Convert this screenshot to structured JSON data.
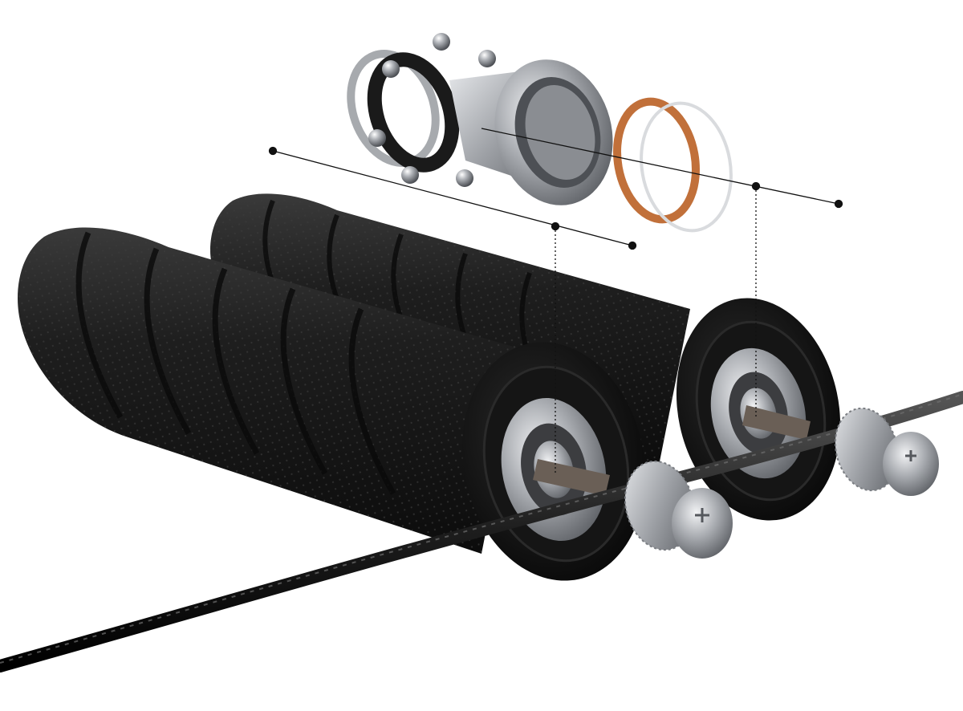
{
  "image": {
    "subject": "jump-rope-handles-with-exploded-bearing",
    "colors": {
      "background": "#ffffff",
      "handle": "#1c1c1c",
      "metal": "#b9bcc0",
      "cable": "#2a2a2a",
      "seal": "#c1703a",
      "callout_line": "#111111"
    },
    "parts": [
      "foam-handle-front",
      "foam-handle-back",
      "end-cap-front",
      "end-cap-back",
      "bearing-front",
      "bearing-back",
      "swivel-screw-front",
      "swivel-screw-back",
      "steel-cable",
      "bearing-cage",
      "ball-bearings",
      "bearing-housing",
      "orange-seal-ring",
      "clear-washer"
    ]
  }
}
